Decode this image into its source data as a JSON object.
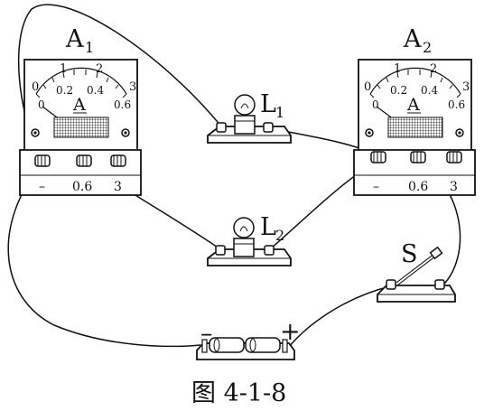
{
  "ammeter1": {
    "name_letter": "A",
    "name_sub": "1",
    "scale_outer": [
      "0",
      "1",
      "2",
      "3"
    ],
    "scale_inner": [
      "0",
      "0.2",
      "0.4",
      "0.6"
    ],
    "unit": "A",
    "terminals": [
      "–",
      "0.6",
      "3"
    ]
  },
  "ammeter2": {
    "name_letter": "A",
    "name_sub": "2",
    "scale_outer": [
      "0",
      "1",
      "2",
      "3"
    ],
    "scale_inner": [
      "0",
      "0.2",
      "0.4",
      "0.6"
    ],
    "unit": "A",
    "terminals": [
      "–",
      "0.6",
      "3"
    ]
  },
  "lamp1": {
    "letter": "L",
    "sub": "1"
  },
  "lamp2": {
    "letter": "L",
    "sub": "2"
  },
  "switch": {
    "letter": "S"
  },
  "battery": {
    "minus": "–",
    "plus": "+"
  },
  "caption": "图 4-1-8"
}
